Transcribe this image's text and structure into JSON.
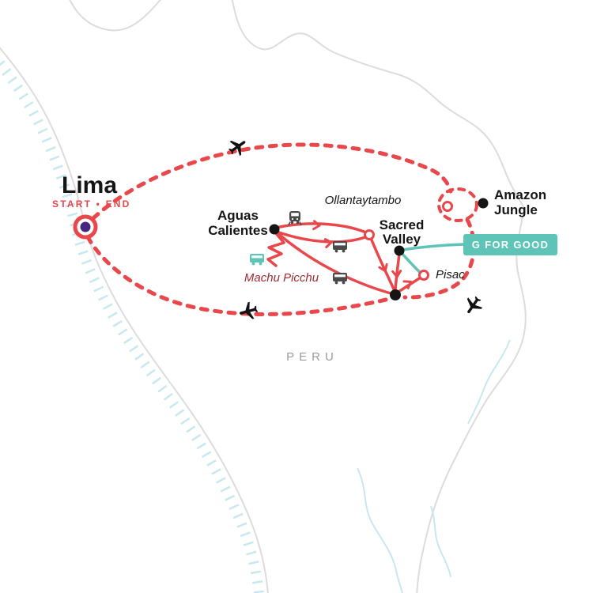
{
  "map": {
    "region_label": "PERU",
    "badge": {
      "label": "G FOR GOOD"
    },
    "locations": {
      "lima": {
        "name": "Lima",
        "status": "START • END"
      },
      "aguas_calientes": {
        "name_line1": "Aguas",
        "name_line2": "Calientes"
      },
      "machu_picchu": {
        "name": "Machu Picchu"
      },
      "ollantaytambo": {
        "name": "Ollantaytambo"
      },
      "sacred_valley": {
        "name_line1": "Sacred",
        "name_line2": "Valley"
      },
      "pisac": {
        "name": "Pisac"
      },
      "amazon_jungle": {
        "name_line1": "Amazon",
        "name_line2": "Jungle"
      }
    },
    "icons": {
      "airplane": "✈",
      "train": "🚆",
      "bus": "🚌"
    },
    "colors": {
      "route_red": "#e8474b",
      "teal": "#5fc4b8",
      "purple": "#45297e",
      "border_gray": "#dcdcdc",
      "water_blue": "#c7e8f0",
      "sight_maroon": "#9e2b33",
      "text_gray": "#9b9b9b",
      "icon_gray": "#4a4a4a",
      "ink": "#151515"
    }
  }
}
